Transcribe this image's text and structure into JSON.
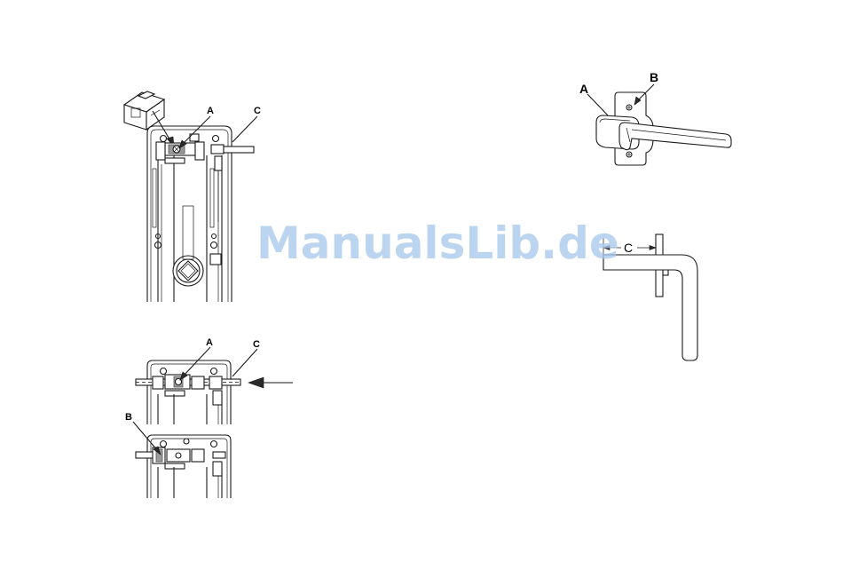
{
  "labels": {
    "fig1_a": "A",
    "fig1_c": "C",
    "fig2_a": "A",
    "fig2_c": "C",
    "fig3_b": "B",
    "handle_a": "A",
    "handle_b": "B",
    "dimension_c": "C"
  },
  "watermark": "ManualsLib.de",
  "colors": {
    "line": "#1a1a1a",
    "watermark": "#a9c8ec"
  }
}
